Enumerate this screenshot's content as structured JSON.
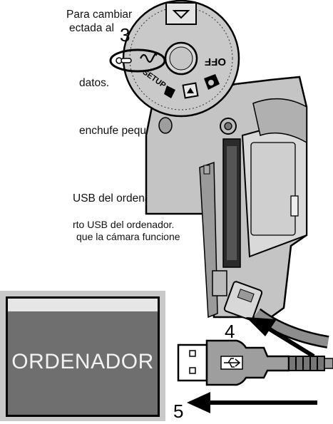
{
  "text_lines": [
    "Para cambiar",
    "ectada al",
    "datos.",
    "enchufe pequeño del",
    "USB del ordenador.",
    "rto USB del ordenador.",
    "que la cámara funcione"
  ],
  "step_numbers": {
    "n3": "3",
    "n4": "4",
    "n5": "5"
  },
  "dial_labels": {
    "off": "OFF",
    "setup": "SETUP"
  },
  "screen": {
    "label": "ORDENADOR"
  }
}
